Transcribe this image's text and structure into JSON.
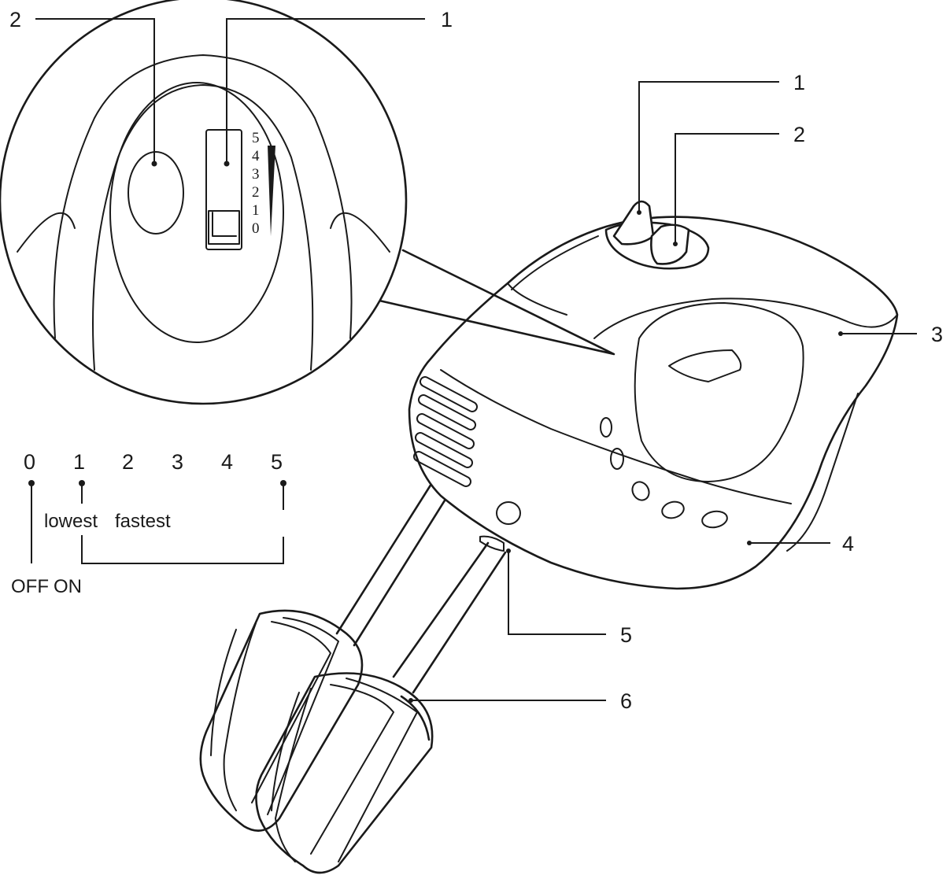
{
  "callouts": {
    "inset_eject": "2",
    "inset_switch": "1",
    "mixer_switch": "1",
    "mixer_eject": "2",
    "housing": "3",
    "body": "4",
    "socket": "5",
    "beaters": "6"
  },
  "dial_marks": [
    "5",
    "4",
    "3",
    "2",
    "1",
    "0"
  ],
  "speed_scale": {
    "ticks": [
      "0",
      "1",
      "2",
      "3",
      "4",
      "5"
    ],
    "lowest_label": "lowest",
    "fastest_label": "fastest",
    "off_label": "OFF",
    "on_label": "ON"
  }
}
